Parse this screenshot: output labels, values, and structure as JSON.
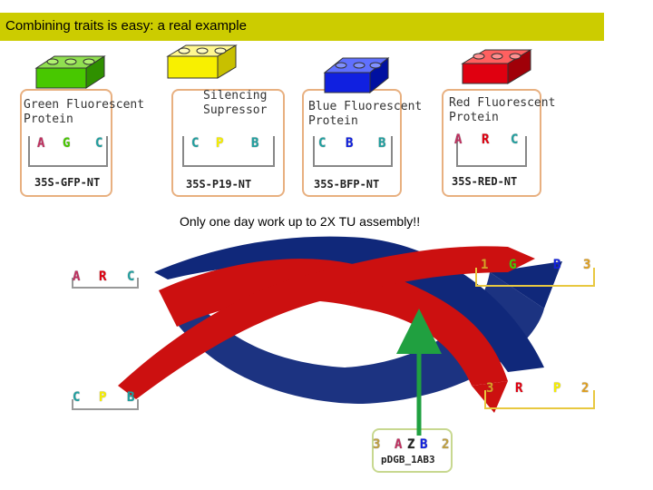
{
  "title": "Combining traits is easy: a real example",
  "parts": [
    {
      "label_lines": [
        "Green Fluorescent",
        "Protein"
      ],
      "construct": "35S-GFP-NT",
      "slots": [
        "A",
        "G",
        "C"
      ],
      "brick_color": "#48c800"
    },
    {
      "label_lines": [
        "Silencing",
        "Supressor"
      ],
      "construct": "35S-P19-NT",
      "slots": [
        "C",
        "P",
        "B"
      ],
      "brick_color": "#f8f000"
    },
    {
      "label_lines": [
        "Blue Fluorescent",
        "Protein"
      ],
      "construct": "35S-BFP-NT",
      "slots": [
        "C",
        "B",
        "B"
      ],
      "brick_color": "#1020e0"
    },
    {
      "label_lines": [
        "Red Fluorescent",
        "Protein"
      ],
      "construct": "35S-RED-NT",
      "slots": [
        "A",
        "R",
        "C"
      ],
      "brick_color": "#e00010"
    }
  ],
  "note": "Only one day work up to 2X TU assembly!!",
  "combos": {
    "left_top": [
      "A",
      "R",
      "C"
    ],
    "left_bottom": [
      "C",
      "P",
      "B"
    ],
    "right_top": [
      "1",
      "G",
      "B",
      "3"
    ],
    "right_bottom": [
      "3",
      "R",
      "P",
      "2"
    ],
    "final_slots": [
      "3",
      "A",
      "Z",
      "B",
      "2"
    ],
    "final_label": "pDGB_1AB3"
  },
  "colors": {
    "red_arrow": "#cc1010",
    "blue_arrow": "#10287a",
    "green_arrow": "#20a040",
    "title_bg": "#cccc00",
    "card_border": "#e8b080"
  }
}
